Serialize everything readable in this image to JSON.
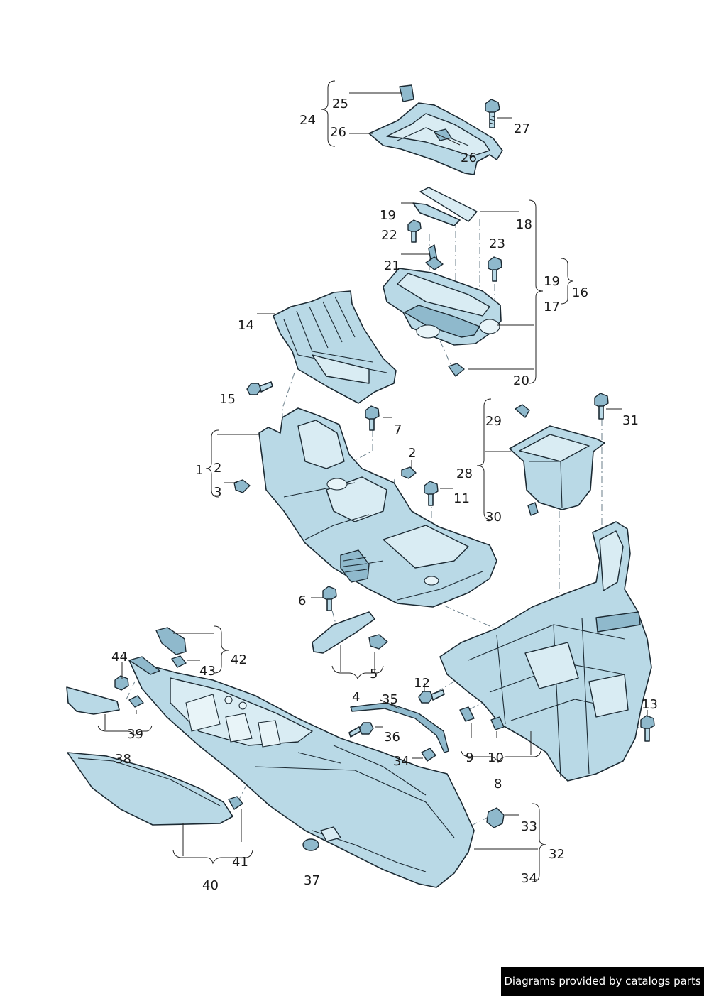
{
  "diagram": {
    "labels": [
      "1",
      "2",
      "3",
      "2",
      "4",
      "5",
      "6",
      "7",
      "8",
      "9",
      "10",
      "11",
      "12",
      "13",
      "14",
      "15",
      "16",
      "17",
      "18",
      "19",
      "19",
      "20",
      "21",
      "22",
      "23",
      "24",
      "25",
      "26",
      "26",
      "27",
      "28",
      "29",
      "30",
      "31",
      "32",
      "33",
      "34",
      "34",
      "35",
      "36",
      "37",
      "38",
      "39",
      "40",
      "41",
      "42",
      "43",
      "44"
    ]
  },
  "credit": "Diagrams provided by catalogs parts",
  "colors": {
    "part_fill": "#b9d9e6",
    "outline": "#1c2a33",
    "credit_bg": "#000000",
    "credit_text": "#ffffff"
  }
}
